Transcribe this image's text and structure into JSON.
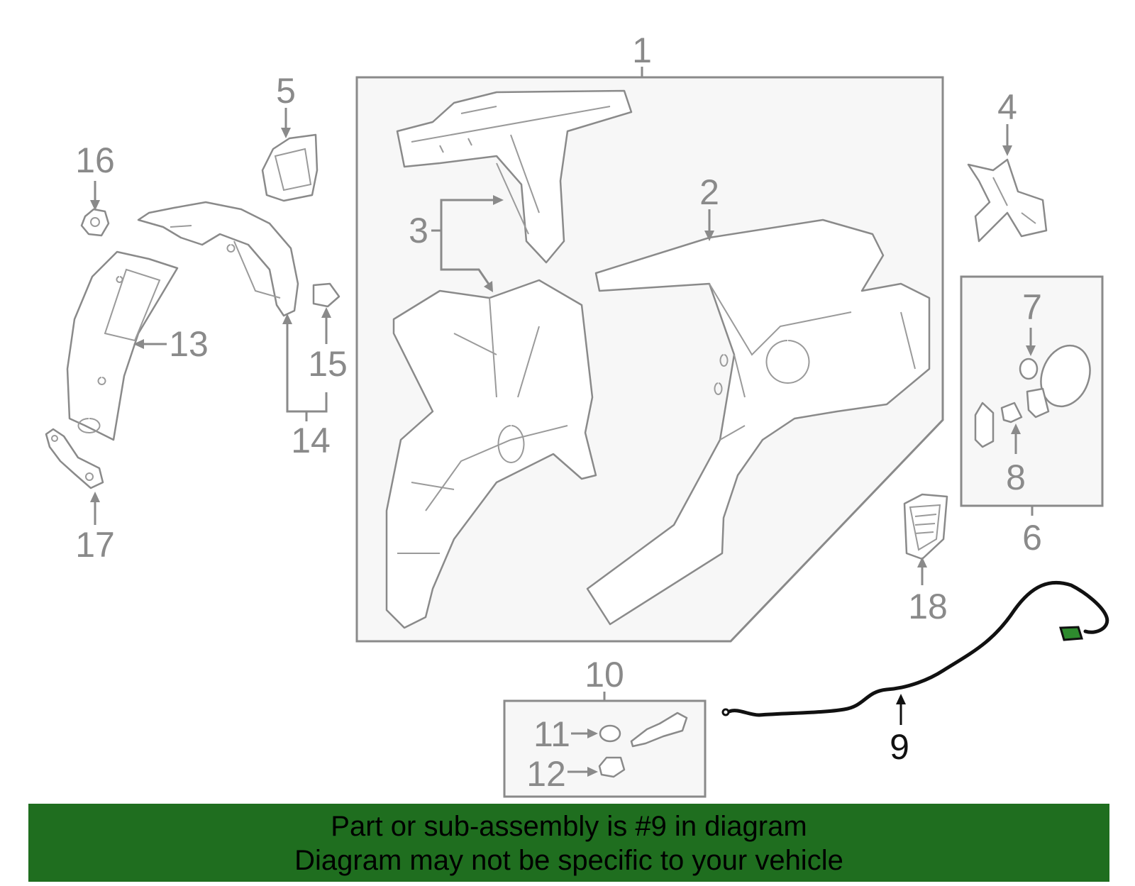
{
  "callouts": {
    "c1": "1",
    "c2": "2",
    "c3": "3",
    "c4": "4",
    "c5": "5",
    "c6": "6",
    "c7": "7",
    "c8": "8",
    "c9": "9",
    "c10": "10",
    "c11": "11",
    "c12": "12",
    "c13": "13",
    "c14": "14",
    "c15": "15",
    "c16": "16",
    "c17": "17",
    "c18": "18"
  },
  "highlighted_part": "9",
  "banner": {
    "line1": "Part or sub-assembly is #9 in diagram",
    "line2": "Diagram may not be specific to your vehicle"
  },
  "colors": {
    "banner_bg": "#1f6e1f",
    "line_gray": "#8a8a8a",
    "highlight": "#111111",
    "connector_green": "#2e8b2e"
  }
}
